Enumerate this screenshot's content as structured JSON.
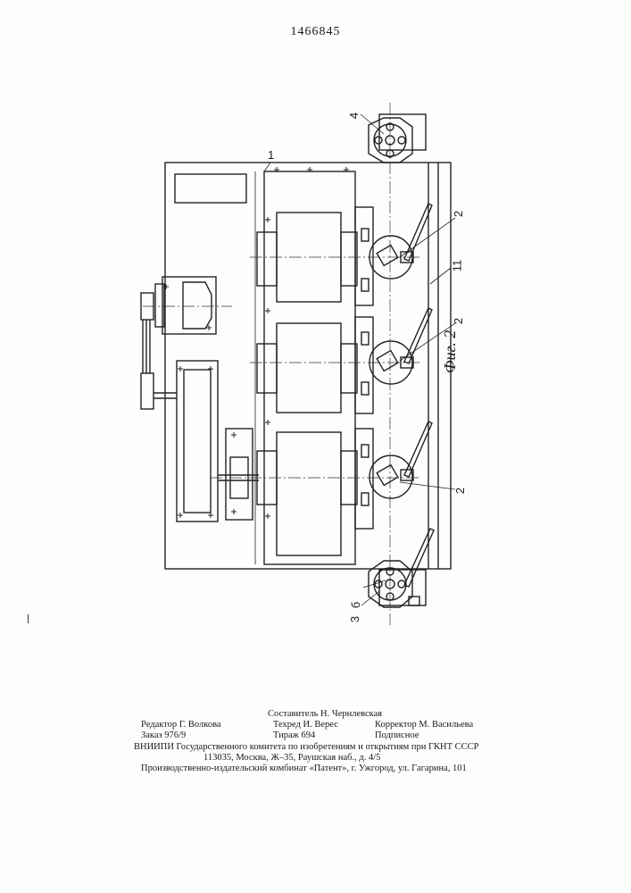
{
  "patent_number": "1466845",
  "figure_label": "Фиг. 2",
  "labels": {
    "l1": "1",
    "l2a": "2",
    "l2b": "2",
    "l2c": "2",
    "l3": "3",
    "l4": "4",
    "l6": "б",
    "l11": "11"
  },
  "credits": {
    "compiler": "Составитель Н. Чернлевская",
    "editor": "Редактор Г. Волкова",
    "techred": "Техред И. Верес",
    "corrector": "Корректор М. Васильева",
    "order": "Заказ 976/9",
    "circulation": "Тираж 694",
    "subscription": "Подписное",
    "org": "ВНИИПИ Государственного комитета по изобретениям и открытиям при ГКНТ СССР",
    "address": "113035, Москва, Ж–35, Раушская наб., д. 4/5",
    "publisher": "Производственно-издательский комбинат «Патент», г. Ужгород, ул. Гагарина, 101"
  }
}
